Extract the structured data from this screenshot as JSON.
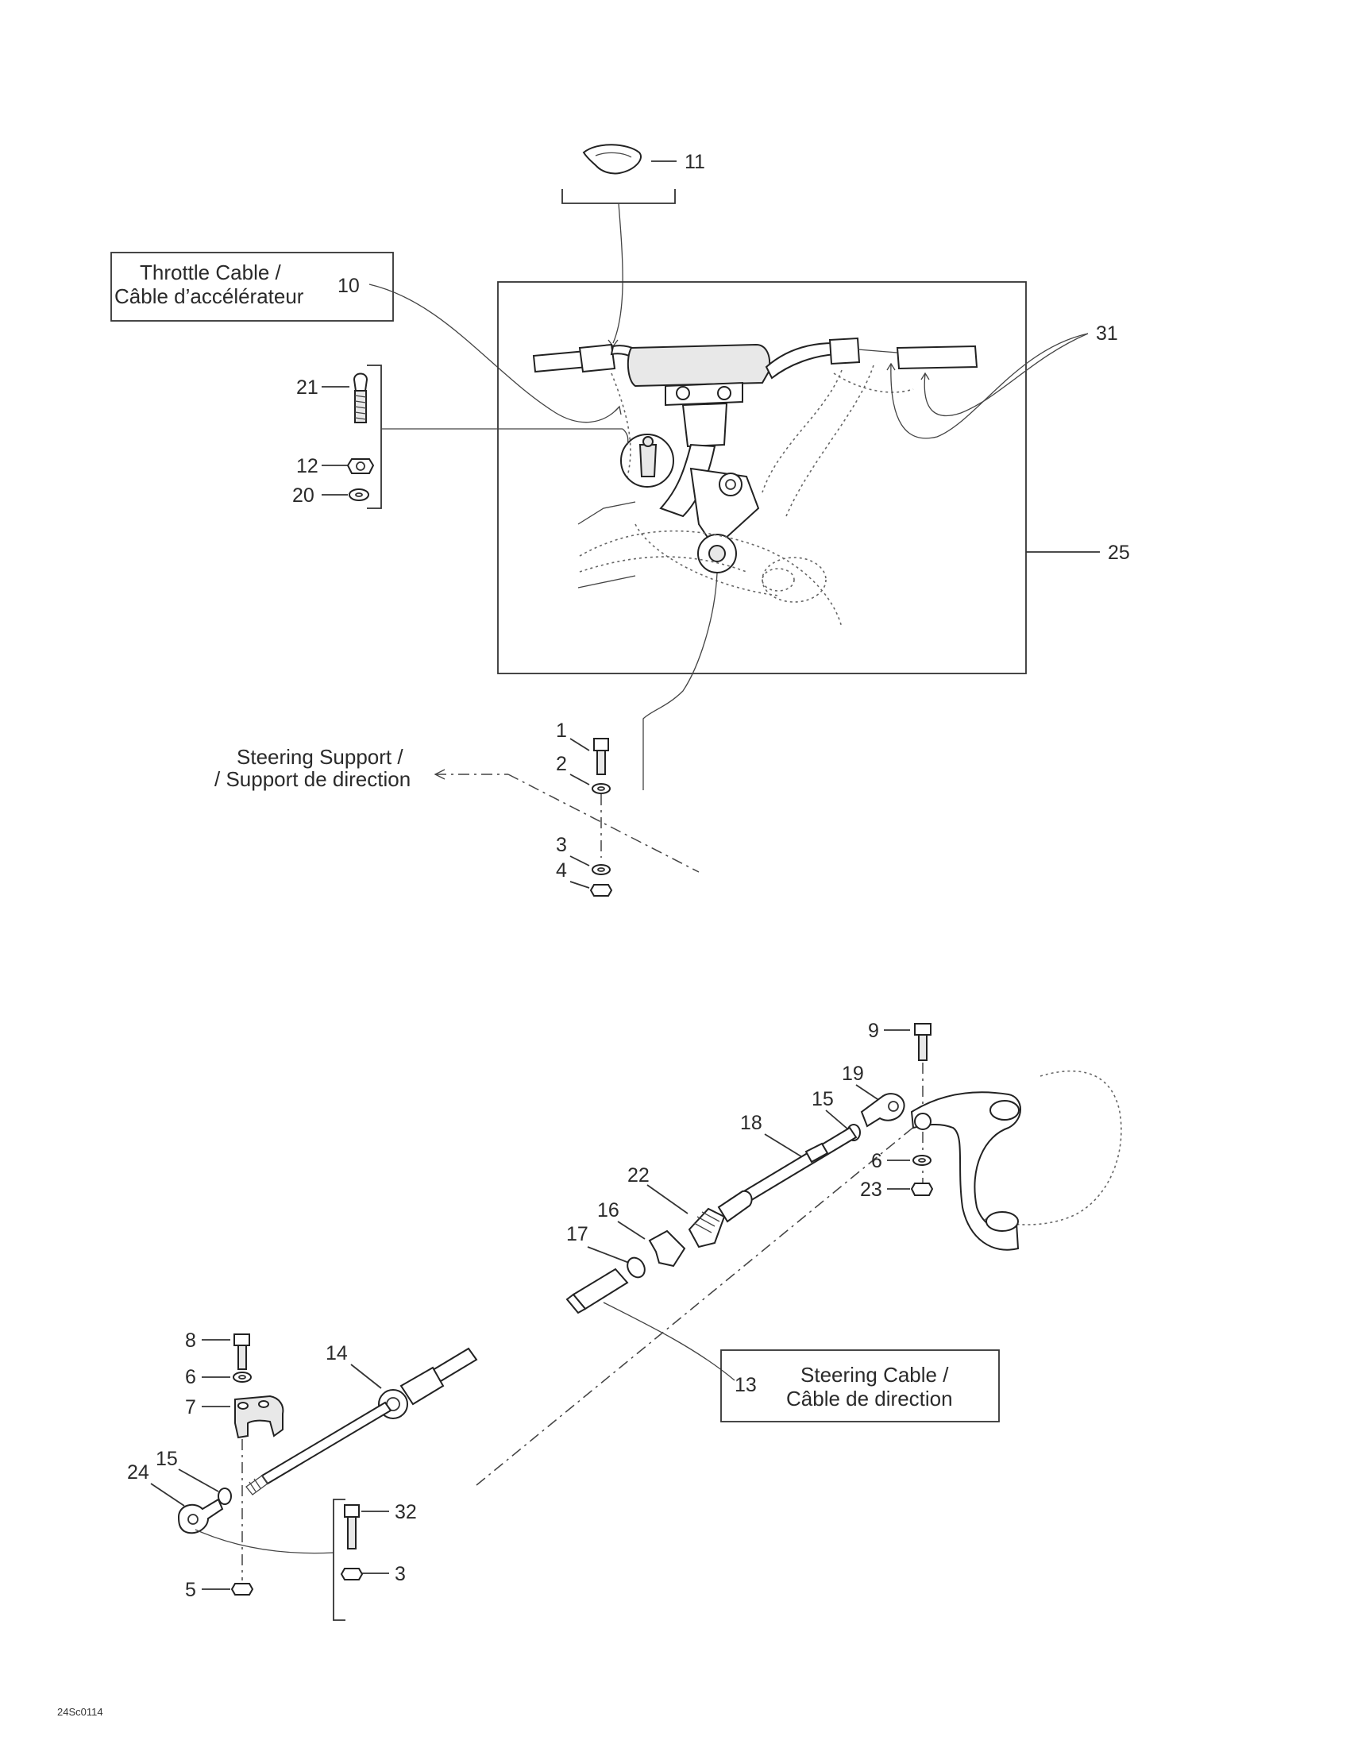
{
  "callouts": {
    "c1": "1",
    "c2": "2",
    "c3_top": "3",
    "c4": "4",
    "c5": "5",
    "c6_left": "6",
    "c6_right": "6",
    "c7": "7",
    "c8": "8",
    "c9": "9",
    "c10": "10",
    "c11": "11",
    "c12": "12",
    "c13": "13",
    "c14": "14",
    "c15_left": "15",
    "c15_right": "15",
    "c16": "16",
    "c17": "17",
    "c18": "18",
    "c19": "19",
    "c20": "20",
    "c21": "21",
    "c22": "22",
    "c23": "23",
    "c24": "24",
    "c25": "25",
    "c31": "31",
    "c32": "32",
    "c3_bottom": "3"
  },
  "captions": {
    "throttle_cable_en": "Throttle Cable /",
    "throttle_cable_fr": "Câble d’accélérateur",
    "steering_support_en": "Steering Support /",
    "steering_support_fr": "/ Support de direction",
    "steering_cable_en": "Steering Cable /",
    "steering_cable_fr": "Câble de direction"
  },
  "drawing_code": "24Sc0114"
}
